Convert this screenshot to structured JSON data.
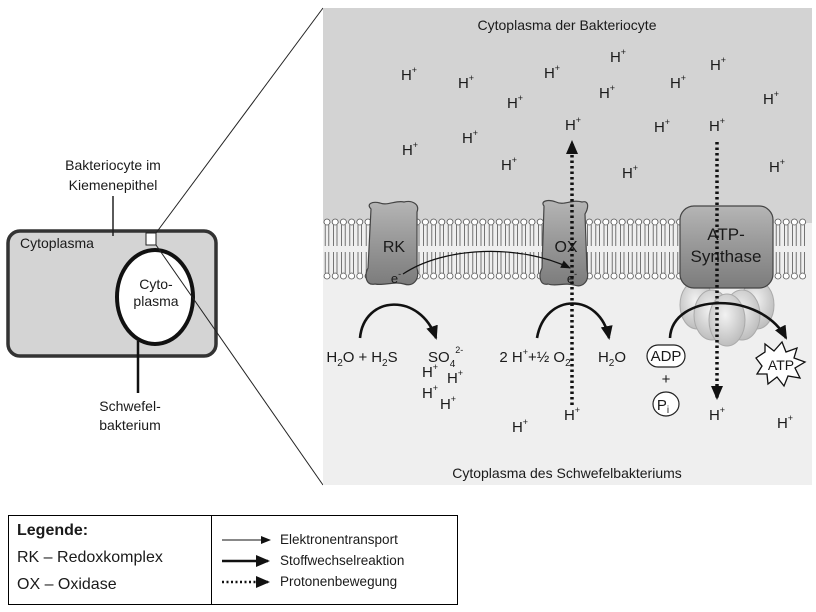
{
  "overview": {
    "host_label_line1": "Bakteriocyte im",
    "host_label_line2": "Kiemenepithel",
    "host_cytoplasm_label": "Cytoplasma",
    "symbiont_cytoplasm_line1": "Cyto-",
    "symbiont_cytoplasm_line2": "plasma",
    "symbiont_label_line1": "Schwefel-",
    "symbiont_label_line2": "bakterium"
  },
  "detail": {
    "top_label": "Cytoplasma der Bakteriocyte",
    "bottom_label": "Cytoplasma des  Schwefelbakteriums",
    "proton_symbol": "H",
    "proton_charge": "+",
    "electron_symbol": "e",
    "electron_charge": "-",
    "rk_label": "RK",
    "ox_label": "OX",
    "atp_synthase_line1": "ATP-",
    "atp_synthase_line2": "Synthase",
    "atp_label": "ATP",
    "adp_label": "ADP",
    "plus_sign": "+",
    "pi_label": "P",
    "pi_subscript": "i",
    "sulfate_label": "SO",
    "sulfate_subscript": "4",
    "sulfate_charge": "2-"
  },
  "legend": {
    "title": "Legende:",
    "entries": [
      "RK – Redoxkomplex",
      "OX – Oxidase"
    ],
    "arrows": [
      "Elektronentransport",
      "Stoffwechselreaktion",
      "Protonenbewegung"
    ]
  }
}
